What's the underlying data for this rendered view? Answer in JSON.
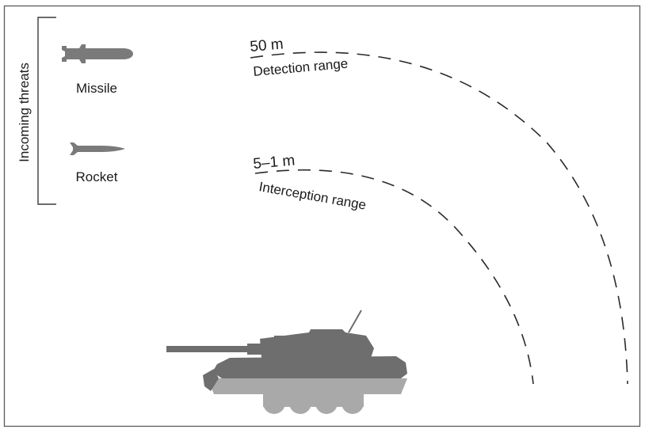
{
  "threats": {
    "group_label": "Incoming threats",
    "items": [
      {
        "label": "Missile",
        "icon": "missile-icon"
      },
      {
        "label": "Rocket",
        "icon": "rocket-icon"
      }
    ]
  },
  "ranges": {
    "detection": {
      "distance": "50 m",
      "label": "Detection range"
    },
    "interception": {
      "distance": "5–1 m",
      "label": "Interception range"
    }
  },
  "vehicle": {
    "icon": "tank-icon"
  },
  "colors": {
    "frame": "#5a5a5a",
    "tank_dark": "#6e6e6e",
    "tank_light": "#a9a9a9",
    "projectile": "#7a7a7a",
    "text": "#1a1a1a"
  }
}
